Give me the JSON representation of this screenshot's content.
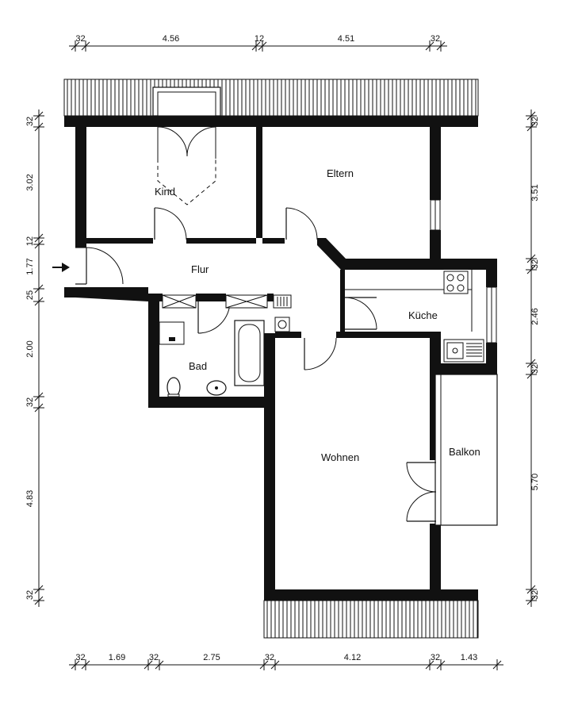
{
  "rooms": {
    "kind": "Kind",
    "eltern": "Eltern",
    "flur": "Flur",
    "kueche": "Küche",
    "bad": "Bad",
    "wohnen": "Wohnen",
    "balkon": "Balkon"
  },
  "dimensions": {
    "top": [
      "32",
      "4.56",
      "12",
      "4.51",
      "32"
    ],
    "bottom": [
      "32",
      "1.69",
      "32",
      "2.75",
      "32",
      "4.12",
      "32",
      "1.43"
    ],
    "left": [
      "32",
      "3.02",
      "12",
      "1.77",
      "25",
      "2.00",
      "32",
      "4.83",
      "32"
    ],
    "right": [
      "32",
      "3.51",
      "32",
      "2.46",
      "32",
      "5.70",
      "32"
    ]
  },
  "icons": {
    "entrance": "entrance-arrow-icon"
  }
}
